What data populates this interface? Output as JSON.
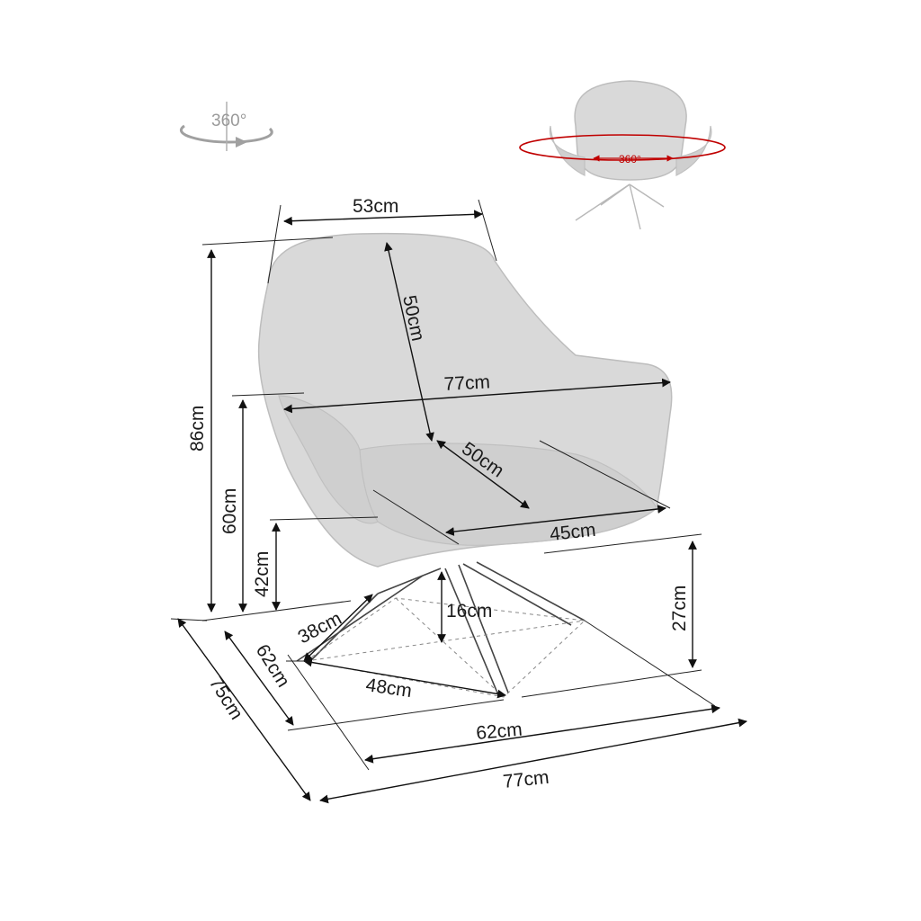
{
  "rotation_icon": {
    "label": "360°",
    "color": "#9a9a9a"
  },
  "preview": {
    "label": "360°",
    "ring_color": "#c00000"
  },
  "dimensions": {
    "backrest_top_width": "53cm",
    "backrest_depth": "50cm",
    "total_width_arms": "77cm",
    "seat_depth": "50cm",
    "seat_width": "45cm",
    "total_height": "86cm",
    "arm_height": "60cm",
    "seat_height": "42cm",
    "leg_height": "16cm",
    "base_height_side": "27cm",
    "base_leg_length": "38cm",
    "base_span": "48cm",
    "base_depth": "62cm",
    "base_width": "62cm",
    "total_depth": "75cm",
    "total_width": "77cm"
  }
}
